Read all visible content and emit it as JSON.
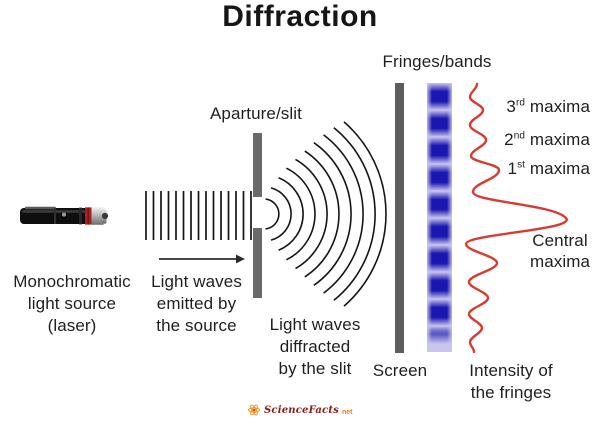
{
  "title": "Diffraction",
  "labels": {
    "aperture": "Aparture/slit",
    "fringes": "Fringes/bands",
    "source": [
      "Monochromatic",
      "light source",
      "(laser)"
    ],
    "emitted": [
      "Light waves",
      "emitted by",
      "the source"
    ],
    "diffracted": [
      "Light waves",
      "diffracted",
      "by the slit"
    ],
    "screen": "Screen",
    "intensity": [
      "Intensity of",
      "the fringes"
    ],
    "maxima": [
      {
        "num": "3",
        "sup": "rd",
        "rest": " maxima"
      },
      {
        "num": "2",
        "sup": "nd",
        "rest": " maxima"
      },
      {
        "num": "1",
        "sup": "st",
        "rest": " maxima"
      }
    ],
    "central": [
      "Central",
      "maxima"
    ]
  },
  "logo": {
    "brand": "ScienceFacts",
    "tld": "net"
  },
  "colors": {
    "fringe_dark": "#1a17b0",
    "fringe_light": "#c9c5ee",
    "curve_red": "#d63c31",
    "barrier_gray": "#6a6a6a",
    "screen_gray": "#5d5d5d"
  }
}
